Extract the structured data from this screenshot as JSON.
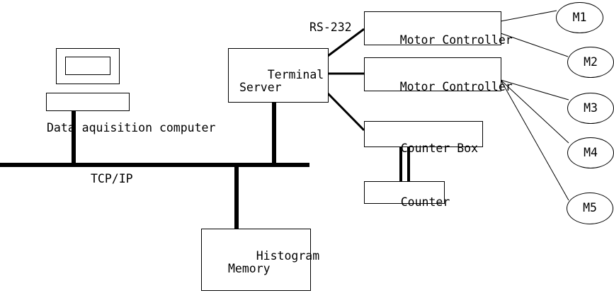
{
  "colors": {
    "background": "#ffffff",
    "line": "#000000",
    "text": "#000000"
  },
  "labels": {
    "rs232": "RS-232",
    "tcpip": "TCP/IP",
    "computer_caption": "Data aquisition computer"
  },
  "nodes": {
    "terminal_server": "Terminal\nServer",
    "motor_controller_1": "Motor Controller",
    "motor_controller_2": "Motor Controller",
    "counter_box": "Counter Box",
    "counter": "Counter",
    "histogram_memory": "Histogram\nMemory"
  },
  "motors": [
    {
      "label": "M1"
    },
    {
      "label": "M2"
    },
    {
      "label": "M3"
    },
    {
      "label": "M4"
    },
    {
      "label": "M5"
    }
  ]
}
